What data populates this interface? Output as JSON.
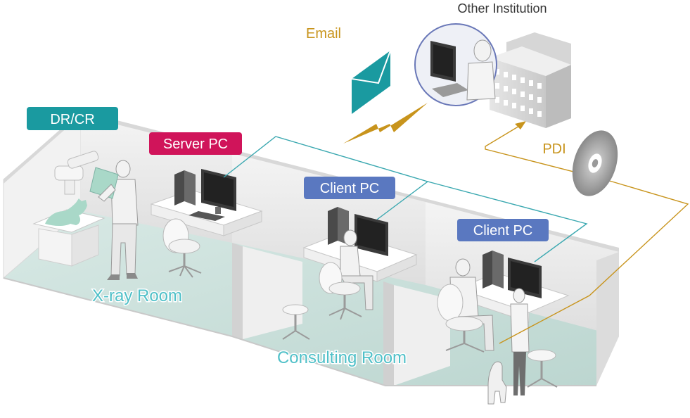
{
  "labels": {
    "other_institution": "Other Institution",
    "email": "Email",
    "pdi": "PDI",
    "dr_cr": "DR/CR",
    "server_pc": "Server PC",
    "client_pc_1": "Client PC",
    "client_pc_2": "Client PC",
    "xray_room": "X-ray Room",
    "consulting_room": "Consulting Room"
  },
  "colors": {
    "teal_label": "#1a9aa0",
    "server_label": "#d0145a",
    "client_label": "#5a78c0",
    "gold": "#c8941c",
    "network_line": "#3aa8b0",
    "room_title": "#4fc0c8",
    "floor": "#cfe3df",
    "wall": "#e9e9e9"
  },
  "icons": {
    "envelope": "envelope-icon",
    "lightning": "lightning-bolt-icon",
    "disc": "cd-disc-icon",
    "building": "hospital-building-icon"
  }
}
